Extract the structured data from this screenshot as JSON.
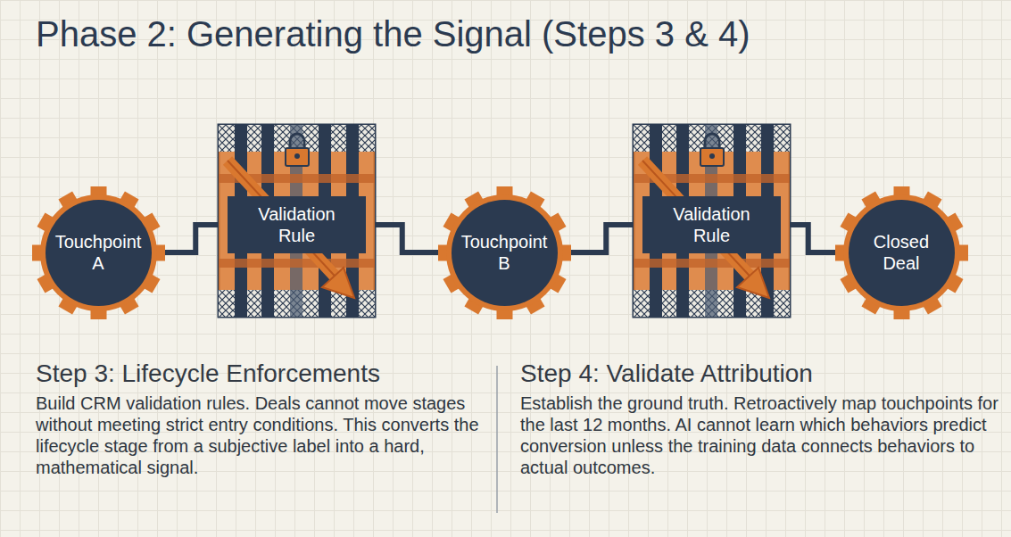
{
  "diagram": {
    "title": "Phase 2: Generating the Signal (Steps 3 & 4)",
    "nodes": [
      {
        "text": [
          "Touchpoint A"
        ]
      },
      {
        "text": [
          "Validation Rule"
        ]
      },
      {
        "text": [
          "Touchpoint B"
        ]
      },
      {
        "text": [
          "Validation Rule"
        ]
      },
      {
        "text": [
          "Closed Deal"
        ]
      }
    ],
    "edges": [
      {
        "from": 0,
        "to": 1,
        "arrow": "none"
      },
      {
        "from": 1,
        "to": 2,
        "arrow": "none"
      },
      {
        "from": 2,
        "to": 3,
        "arrow": "none"
      },
      {
        "from": 3,
        "to": 4,
        "arrow": "none"
      }
    ],
    "labels": [
      "Step 3: Lifecycle Enforcements",
      "Build CRM validation rules. Deals cannot move stages without meeting strict entry conditions. This converts the lifecycle stage from a subjective label into a hard, mathematical signal.",
      "Step 4: Validate Attribution",
      "Establish the ground truth. Retroactively map touchpoints for the last 12 months. AI cannot learn which behaviors predict conversion unless the training data connects behaviors to actual outcomes."
    ]
  }
}
